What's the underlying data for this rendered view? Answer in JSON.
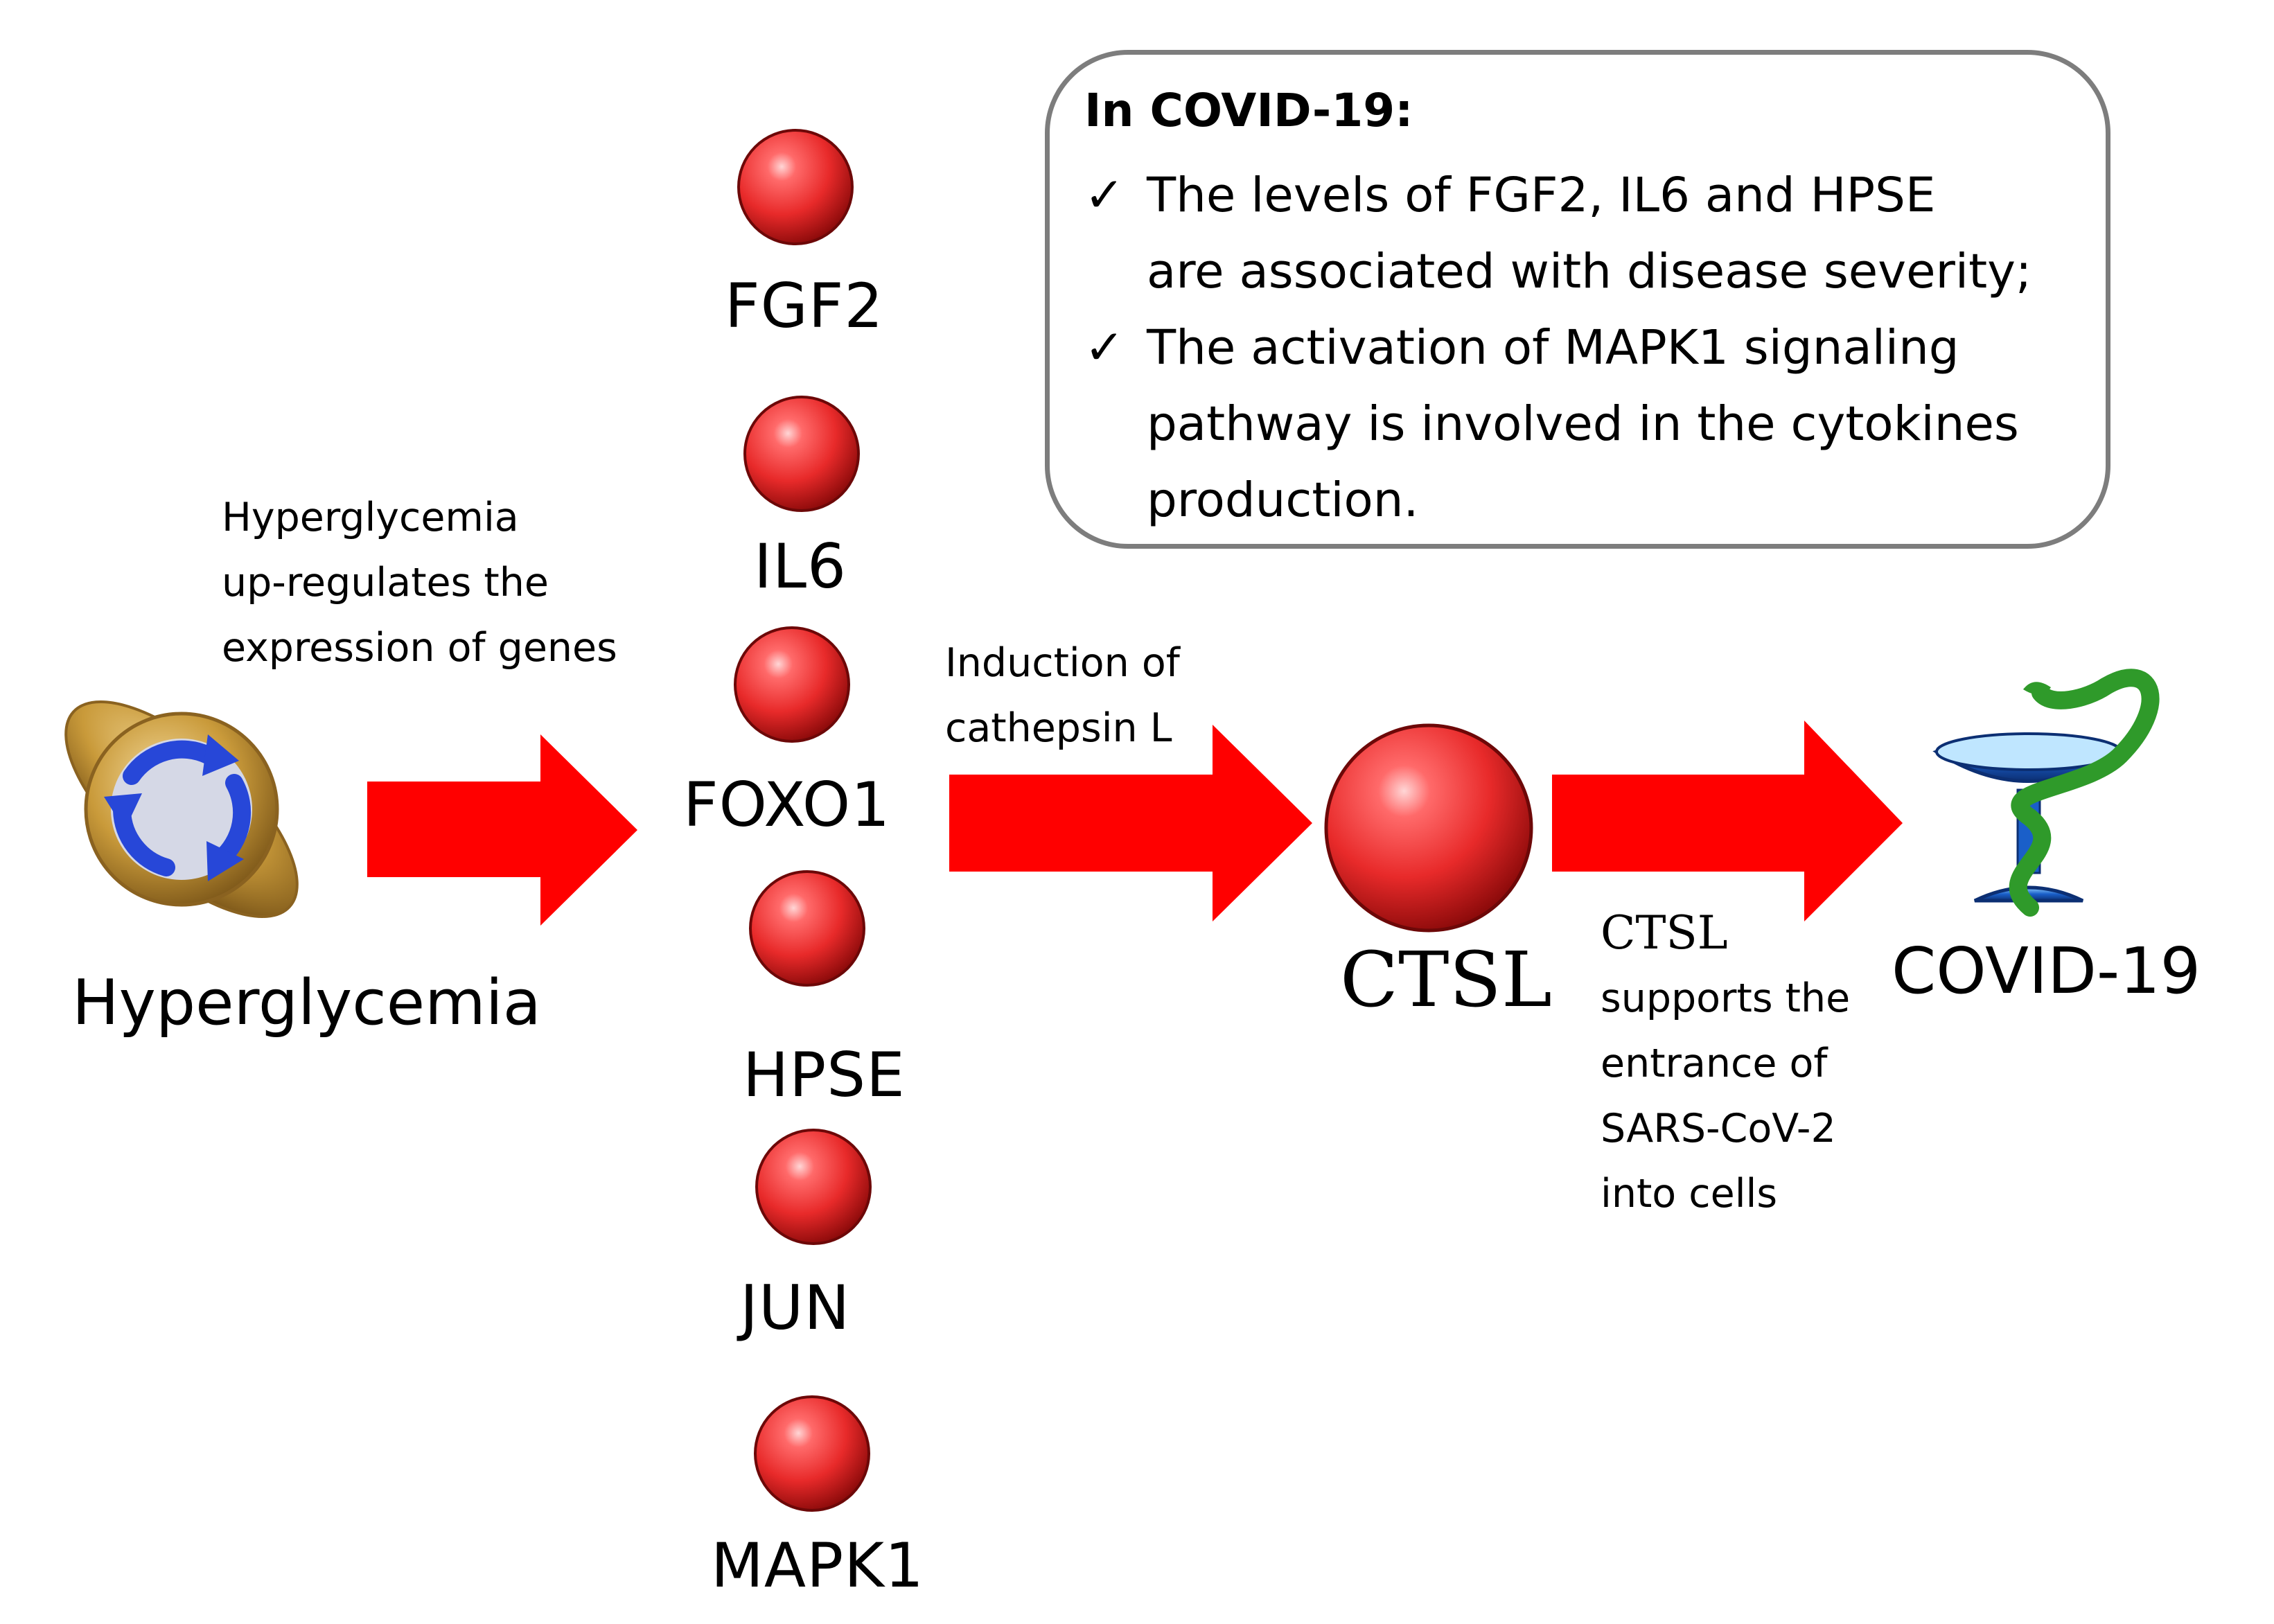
{
  "colors": {
    "arrow": "#ff0000",
    "sphere": "#e82a2a",
    "box_border": "#7d7d7d",
    "glucose_gold": "#c99a3a",
    "cycle_blue": "#2747d8",
    "bowl_blue": "#1a5fc9",
    "snake_green": "#2f9a2a"
  },
  "icons": {
    "hyperglycemia": "glucose-cycle-icon",
    "covid": "bowl-of-hygieia-icon"
  },
  "hyperglycemia_label": "Hyperglycemia",
  "hyperglycemia_note": [
    "Hyperglycemia",
    "up-regulates the",
    "expression of genes"
  ],
  "genes": [
    "FGF2",
    "IL6",
    "FOXO1",
    "HPSE",
    "JUN",
    "MAPK1"
  ],
  "induction_note": [
    "Induction of",
    "cathepsin L"
  ],
  "ctsl_label": "CTSL",
  "ctsl_note_title": "CTSL",
  "ctsl_note": [
    "supports the",
    "entrance of",
    "SARS-CoV-2",
    "into cells"
  ],
  "covid_label": "COVID-19",
  "covid_box": {
    "heading": "In COVID-19:",
    "check": "✓",
    "items": [
      [
        "The levels of FGF2, IL6 and HPSE",
        "are associated with disease severity;"
      ],
      [
        "The activation of MAPK1 signaling",
        "pathway is involved in the cytokines",
        "production."
      ]
    ]
  }
}
